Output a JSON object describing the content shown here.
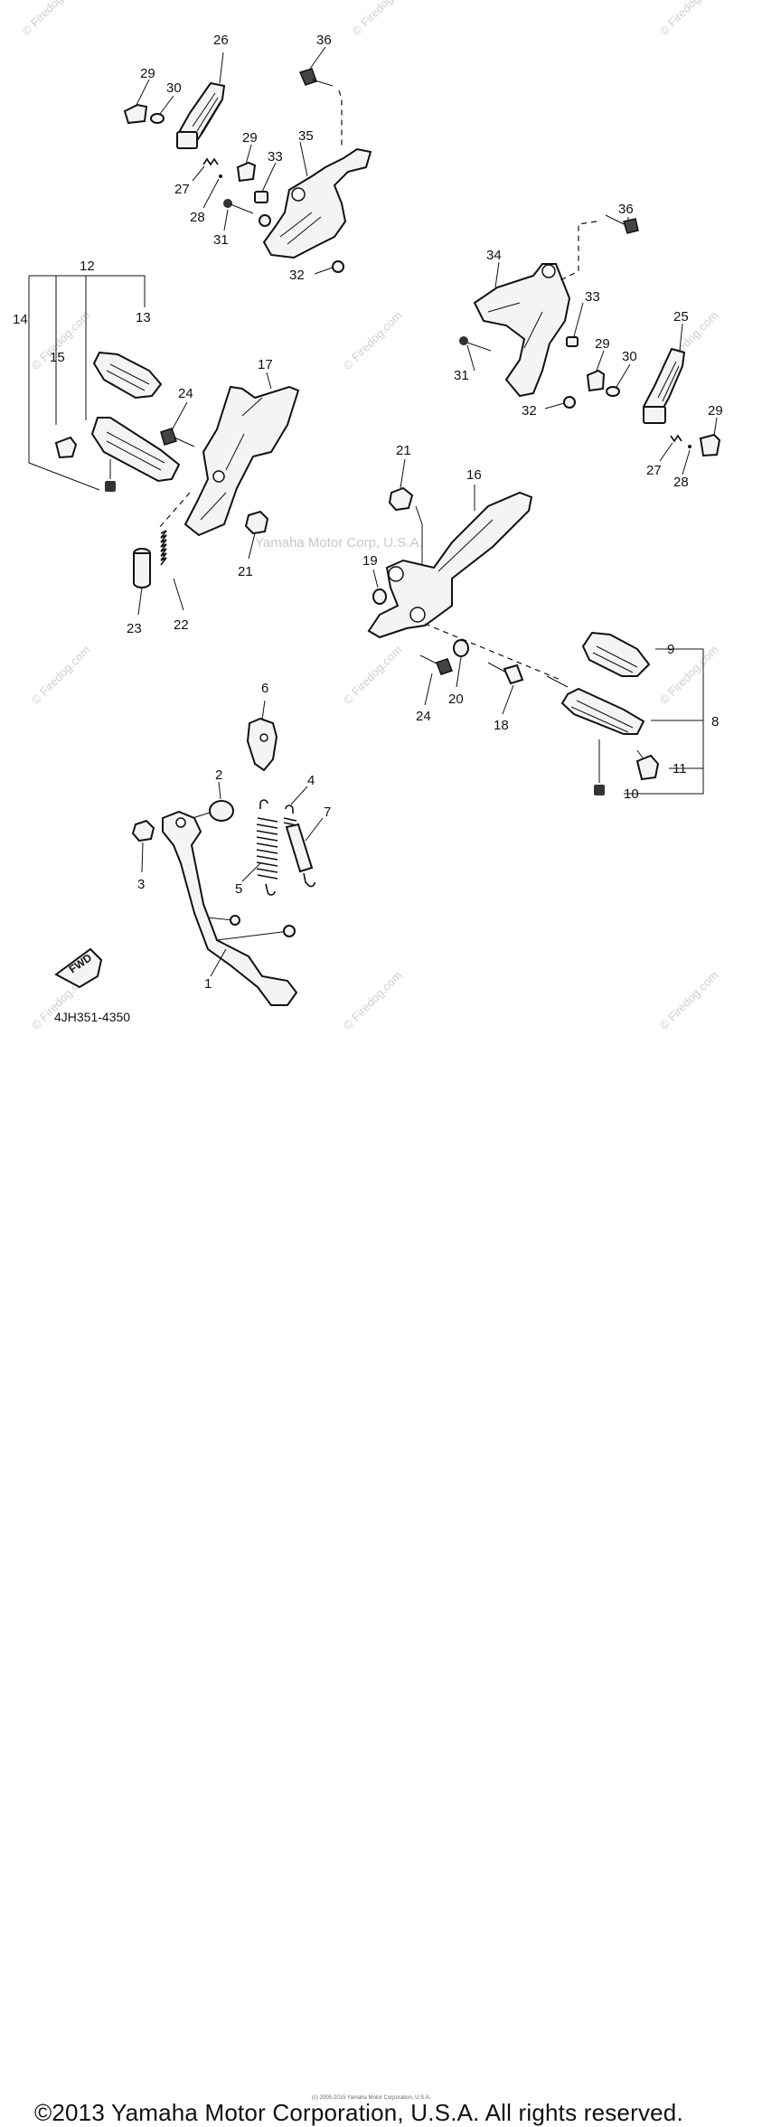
{
  "diagram": {
    "part_labels": {
      "p1": "1",
      "p2": "2",
      "p3": "3",
      "p4": "4",
      "p5": "5",
      "p6": "6",
      "p7": "7",
      "p8": "8",
      "p9": "9",
      "p10": "10",
      "p11": "11",
      "p12": "12",
      "p13": "13",
      "p14": "14",
      "p15": "15",
      "p16": "16",
      "p17": "17",
      "p18": "18",
      "p19": "19",
      "p20": "20",
      "p21a": "21",
      "p21b": "21",
      "p22": "22",
      "p23": "23",
      "p24a": "24",
      "p24b": "24",
      "p25": "25",
      "p26": "26",
      "p27a": "27",
      "p27b": "27",
      "p28a": "28",
      "p28b": "28",
      "p29a": "29",
      "p29b": "29",
      "p29c": "29",
      "p29d": "29",
      "p30a": "30",
      "p30b": "30",
      "p31a": "31",
      "p31b": "31",
      "p32a": "32",
      "p32b": "32",
      "p33a": "33",
      "p33b": "33",
      "p34": "34",
      "p35": "35",
      "p36a": "36",
      "p36b": "36"
    },
    "diagram_code": "4JH351-4350",
    "direction_marker": "FWD",
    "center_watermark": "Yamaha Motor Corp, U.S.A.",
    "tile_watermark": "© Firedog.com"
  },
  "footer": {
    "copyright": "©2013 Yamaha Motor Corporation, U.S.A. All rights reserved.",
    "small_credit": "(c) 2005-2015 Yamaha Motor Corporation, U.S.A."
  }
}
